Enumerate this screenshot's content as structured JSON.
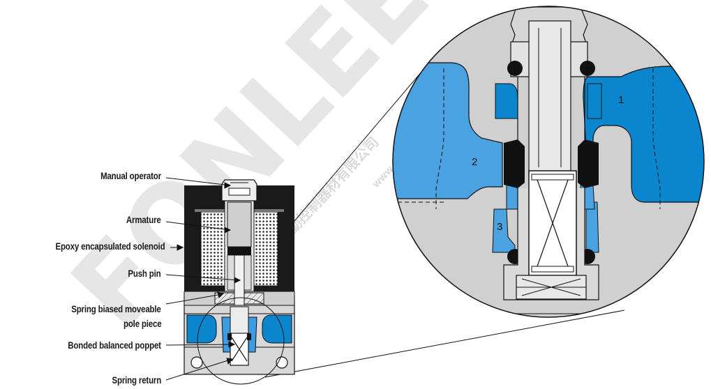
{
  "labels": {
    "manual_operator": "Manual operator",
    "armature": "Armature",
    "epoxy_solenoid": "Epoxy encapsulated solenoid",
    "push_pin": "Push pin",
    "spring_pole_line1": "Spring biased moveable",
    "spring_pole_line2": "pole piece",
    "bonded_poppet": "Bonded balanced poppet",
    "spring_return": "Spring return"
  },
  "ports": {
    "p1": "1",
    "p2": "2",
    "p3": "3"
  },
  "watermark": {
    "large_text": "FONLEE",
    "domain_text": "WWW.FONLEE.COM.TW",
    "company_text": "峰立自動控制器材有限公司"
  },
  "colors": {
    "fluid_blue": "#0a86cf",
    "fluid_light": "#4aa3e0",
    "body_gray": "#d6d6d6",
    "solenoid_black": "#1a1a1a",
    "watermark_gray": "#e4e4e4"
  }
}
